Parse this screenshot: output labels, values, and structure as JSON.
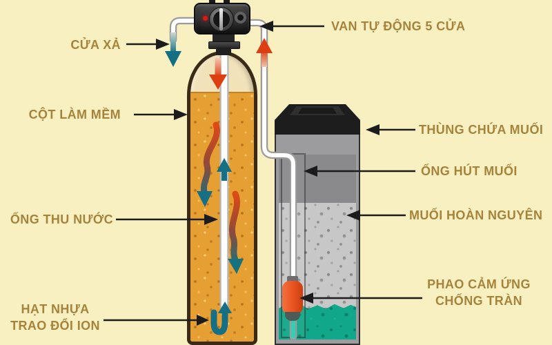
{
  "diagram": {
    "type": "water-softener-system-diagram",
    "labels": {
      "cua_xa": "CỬA XẢ",
      "van_tu_dong": "VAN TỰ ĐỘNG 5 CỬA",
      "cot_lam_mem": "CỘT LÀM MỀM",
      "thung_chua_muoi": "THÙNG CHỨA MUỐI",
      "ong_hut_muoi": "ỐNG HÚT MUỐI",
      "muoi_hoan_nguyen": "MUỐI HOÀN NGUYÊN",
      "ong_thu_nuoc": "ỐNG THU NƯỚC",
      "phao_cam_ung_line1": "PHAO CẢM ỨNG",
      "phao_cam_ung_line2": "CHỐNG TRÀN",
      "hat_nhua_line1": "HẠT NHỰA",
      "hat_nhua_line2": "TRAO ĐỔI ION"
    },
    "colors": {
      "background": "#F9F0C2",
      "label_text": "#A6833B",
      "pointer": "#1C1C1C",
      "tank_border": "#3A2A17",
      "resin": "#E59F33",
      "resin_top": "#F1E2BA",
      "salt_tank_body": "#9C9C9E",
      "salt_tank_lid": "#1D1D1D",
      "salt": "#C7C7C7",
      "brine": "#10A78A",
      "float": "#E8521F",
      "pipe_fill": "#FEFEFE",
      "pipe_edge": "#9B9B9B",
      "flow_hot": "#DD3E12",
      "flow_cold": "#156F85"
    }
  }
}
